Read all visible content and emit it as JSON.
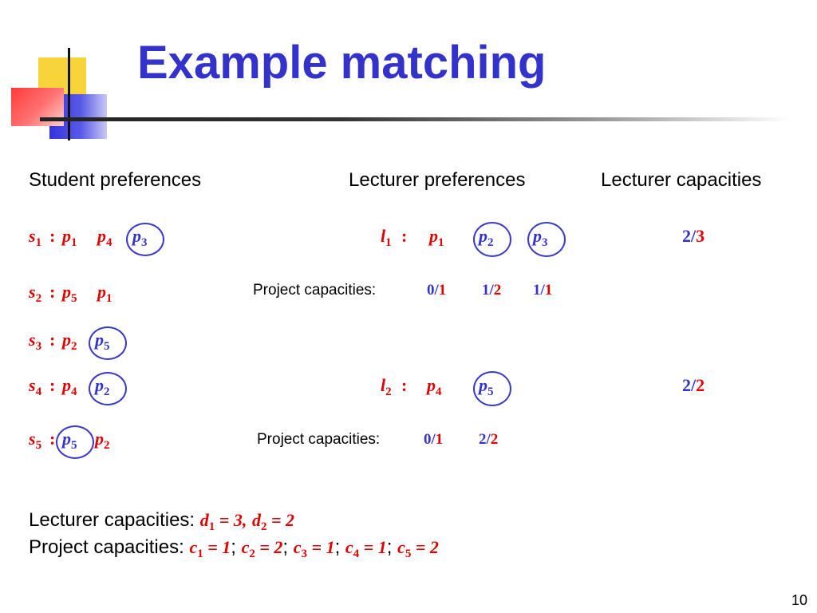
{
  "title": "Example matching",
  "headers": {
    "student_prefs": "Student preferences",
    "lecturer_prefs": "Lecturer preferences",
    "lecturer_caps": "Lecturer capacities"
  },
  "students": [
    {
      "sym": "s",
      "idx": "1",
      "prefs": [
        {
          "sym": "p",
          "idx": "1"
        },
        {
          "sym": "p",
          "idx": "4"
        },
        {
          "sym": "p",
          "idx": "3",
          "matched": true
        }
      ]
    },
    {
      "sym": "s",
      "idx": "2",
      "prefs": [
        {
          "sym": "p",
          "idx": "5"
        },
        {
          "sym": "p",
          "idx": "1"
        }
      ]
    },
    {
      "sym": "s",
      "idx": "3",
      "prefs": [
        {
          "sym": "p",
          "idx": "2"
        },
        {
          "sym": "p",
          "idx": "5",
          "matched": true
        }
      ]
    },
    {
      "sym": "s",
      "idx": "4",
      "prefs": [
        {
          "sym": "p",
          "idx": "4"
        },
        {
          "sym": "p",
          "idx": "2",
          "matched": true
        }
      ]
    },
    {
      "sym": "s",
      "idx": "5",
      "prefs": [
        {
          "sym": "p",
          "idx": "5",
          "matched": true
        },
        {
          "sym": "p",
          "idx": "2"
        }
      ]
    }
  ],
  "lecturers": [
    {
      "sym": "l",
      "idx": "1",
      "prefs": [
        {
          "sym": "p",
          "idx": "1"
        },
        {
          "sym": "p",
          "idx": "2",
          "matched": true
        },
        {
          "sym": "p",
          "idx": "3",
          "matched": true
        }
      ],
      "proj_cap_label": "Project capacities:",
      "proj_caps": [
        {
          "used": "0",
          "total": "1"
        },
        {
          "used": "1",
          "total": "2"
        },
        {
          "used": "1",
          "total": "1"
        }
      ],
      "capacity": {
        "used": "2",
        "total": "3"
      }
    },
    {
      "sym": "l",
      "idx": "2",
      "prefs": [
        {
          "sym": "p",
          "idx": "4"
        },
        {
          "sym": "p",
          "idx": "5",
          "matched": true
        }
      ],
      "proj_cap_label": "Project capacities:",
      "proj_caps": [
        {
          "used": "0",
          "total": "1"
        },
        {
          "used": "2",
          "total": "2"
        }
      ],
      "capacity": {
        "used": "2",
        "total": "2"
      }
    }
  ],
  "bottom": {
    "lecturer_label": "Lecturer capacities:",
    "lecturer_items": [
      {
        "sym": "d",
        "idx": "1",
        "val": "3"
      },
      {
        "sym": "d",
        "idx": "2",
        "val": "2"
      }
    ],
    "project_label": "Project capacities:",
    "project_items": [
      {
        "sym": "c",
        "idx": "1",
        "val": "1"
      },
      {
        "sym": "c",
        "idx": "2",
        "val": "2"
      },
      {
        "sym": "c",
        "idx": "3",
        "val": "1"
      },
      {
        "sym": "c",
        "idx": "4",
        "val": "1"
      },
      {
        "sym": "c",
        "idx": "5",
        "val": "2"
      }
    ]
  },
  "page_number": "10",
  "colors": {
    "accent_blue": "#3333cc",
    "accent_red": "#e00000",
    "circle": "#3a3ac8"
  }
}
